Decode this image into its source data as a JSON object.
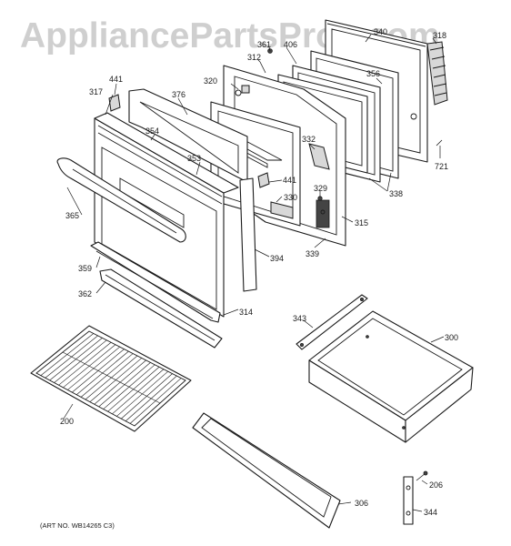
{
  "watermark": "AppliancePartsPros.com",
  "art_number": "(ART NO. WB14265 C3)",
  "labels": {
    "p361": "361",
    "p406": "406",
    "p340": "340",
    "p318": "318",
    "p312": "312",
    "p356": "356",
    "p320": "320",
    "p441a": "441",
    "p317": "317",
    "p376": "376",
    "p354": "354",
    "p332": "332",
    "p353": "353",
    "p441b": "441",
    "p721": "721",
    "p329": "329",
    "p330": "330",
    "p338": "338",
    "p365": "365",
    "p315": "315",
    "p339": "339",
    "p394": "394",
    "p359": "359",
    "p362": "362",
    "p314": "314",
    "p343": "343",
    "p300": "300",
    "p200": "200",
    "p206": "206",
    "p306": "306",
    "p344": "344"
  }
}
